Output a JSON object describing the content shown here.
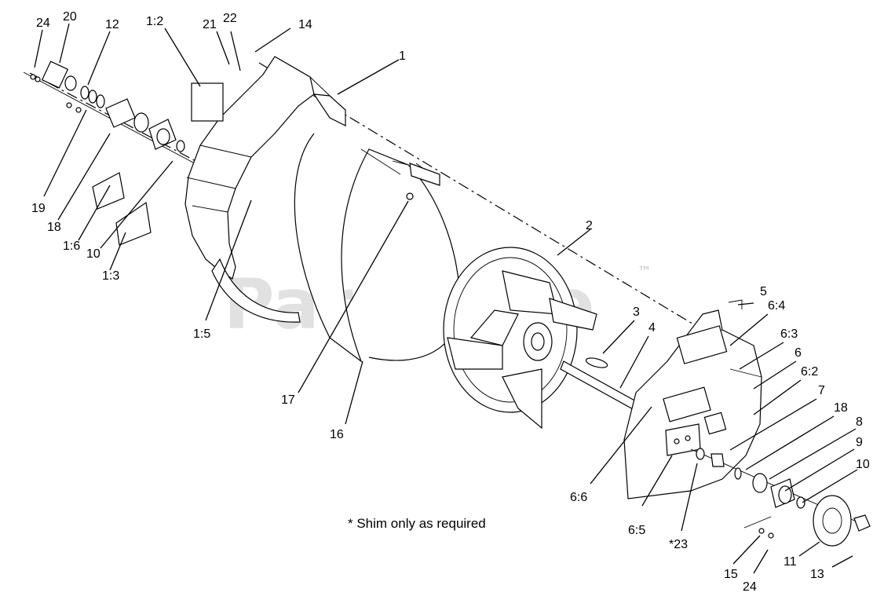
{
  "watermark": {
    "text": "PartsTree",
    "tm": "™"
  },
  "note": "* Shim only as required",
  "callouts": [
    "24",
    "20",
    "12",
    "1:2",
    "21",
    "22",
    "14",
    "1",
    "19",
    "18",
    "1:6",
    "10",
    "1:3",
    "1:5",
    "17",
    "16",
    "2",
    "5",
    "6:4",
    "3",
    "4",
    "6:3",
    "6",
    "6:2",
    "7",
    "18",
    "8",
    "9",
    "10",
    "6:6",
    "6:5",
    "*23",
    "15",
    "24",
    "11",
    "13"
  ]
}
